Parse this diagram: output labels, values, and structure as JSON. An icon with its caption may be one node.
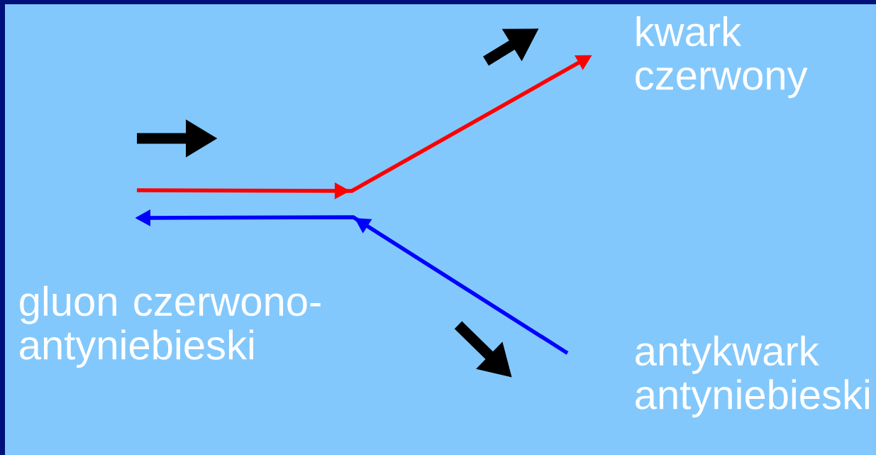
{
  "diagram": {
    "nodes": [
      {
        "text": [
          "kwark czerwony"
        ]
      },
      {
        "text": [
          "gluon czerwono-antyniebieski"
        ]
      },
      {
        "text": [
          "antykwark antyniebieski"
        ]
      }
    ],
    "edges": [
      {
        "from": null,
        "to": 0,
        "arrow": "to",
        "color": "#ff0000"
      },
      {
        "from": 2,
        "to": null,
        "arrow": "to",
        "color": "#0000ff"
      }
    ]
  }
}
